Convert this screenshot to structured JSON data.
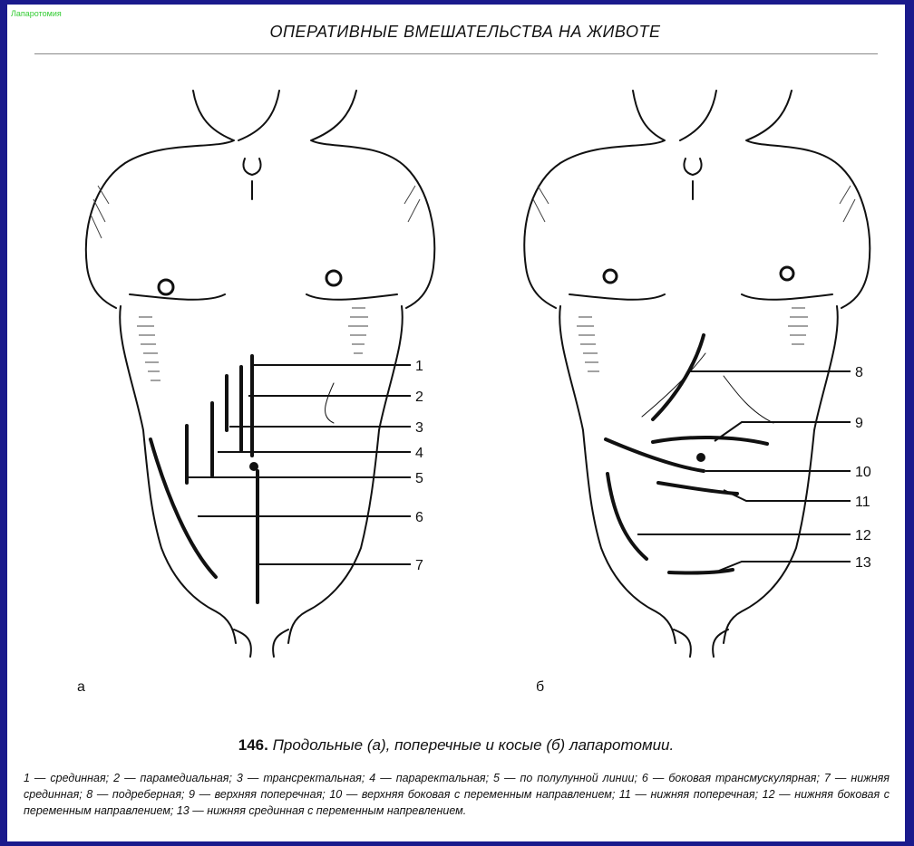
{
  "section_tag": "Лапаротомия",
  "title": "ОПЕРАТИВНЫЕ ВМЕШАТЕЛЬСТВА НА ЖИВОТЕ",
  "panels": {
    "a": "а",
    "b": "б"
  },
  "numbers_a": [
    "1",
    "2",
    "3",
    "4",
    "5",
    "6",
    "7"
  ],
  "numbers_b": [
    "8",
    "9",
    "10",
    "11",
    "12",
    "13"
  ],
  "caption": {
    "figure_no": "146.",
    "text": "Продольные (а), поперечные и косые (б) лапаротомии."
  },
  "legend_text": "1 — срединная; 2 — парамедиальная; 3 — трансректальная; 4 — параректальная; 5 — по полулунной линии; 6 — боковая трансмускулярная; 7 — нижняя срединная; 8 — подреберная; 9 — верхняя поперечная; 10 — верхняя боковая с переменным направлением; 11 — нижняя поперечная; 12 — нижняя боковая с переменным направлением; 13 — нижняя срединная с переменным напревлением."
}
